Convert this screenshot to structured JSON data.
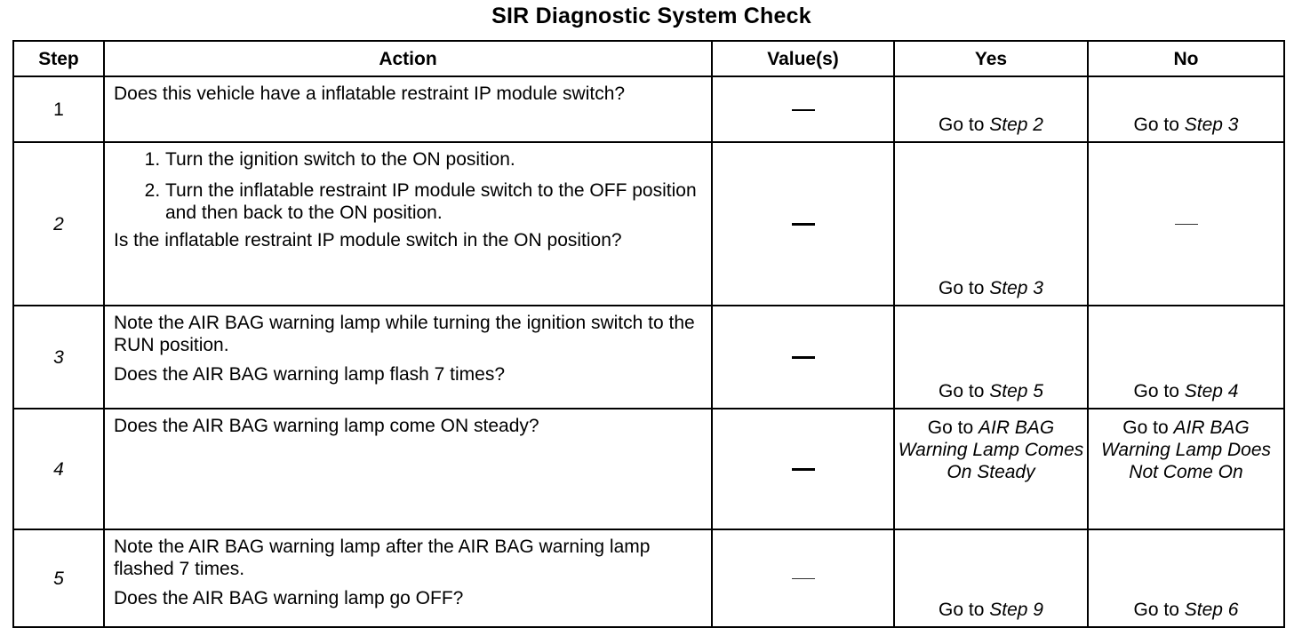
{
  "title": "SIR Diagnostic System Check",
  "headers": {
    "step": "Step",
    "action": "Action",
    "values": "Value(s)",
    "yes": "Yes",
    "no": "No"
  },
  "rows": [
    {
      "step": "1",
      "action": "Does this vehicle have a inflatable restraint IP module switch?",
      "yes_prefix": "Go to ",
      "yes_ref": "Step 2",
      "no_prefix": "Go to ",
      "no_ref": "Step 3"
    },
    {
      "step": "2",
      "list": [
        "Turn the ignition switch to the ON position.",
        "Turn the inflatable restraint IP module switch to the OFF position and then back to the ON position."
      ],
      "question": "Is the inflatable restraint IP module switch in the ON position?",
      "yes_prefix": "Go to ",
      "yes_ref": "Step 3"
    },
    {
      "step": "3",
      "action": "Note the AIR BAG warning lamp while turning the ignition switch to the RUN position.",
      "question": "Does the AIR BAG warning lamp flash 7 times?",
      "yes_prefix": "Go to ",
      "yes_ref": "Step 5",
      "no_prefix": "Go to ",
      "no_ref": "Step 4"
    },
    {
      "step": "4",
      "action": "Does the AIR BAG warning lamp come ON steady?",
      "yes_prefix": "Go to ",
      "yes_ref": "AIR BAG Warning Lamp Comes On Steady",
      "no_prefix": "Go to ",
      "no_ref": "AIR BAG Warning Lamp Does Not Come On"
    },
    {
      "step": "5",
      "action": "Note the AIR BAG warning lamp after the AIR BAG warning lamp flashed 7 times.",
      "question": "Does the AIR BAG warning lamp go OFF?",
      "yes_prefix": "Go to ",
      "yes_ref": "Step 9",
      "no_prefix": "Go to ",
      "no_ref": "Step 6"
    }
  ]
}
